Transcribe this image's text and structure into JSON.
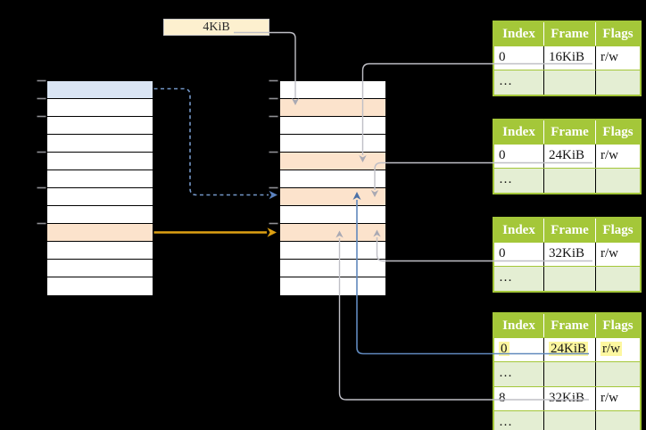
{
  "page_size_box": {
    "label": "4KiB"
  },
  "virtual_memory": {
    "rows": 12,
    "highlighted_rows": [
      {
        "index": 0,
        "color": "#dae5f4",
        "meaning": "page mapped via blue dashed arrow"
      },
      {
        "index": 8,
        "color": "#fce3cc",
        "meaning": "page mapped via orange arrow"
      }
    ]
  },
  "physical_memory": {
    "rows": 12,
    "highlighted_rows": [
      {
        "index": 1,
        "color": "#fce3cc"
      },
      {
        "index": 4,
        "color": "#fce3cc"
      },
      {
        "index": 6,
        "color": "#fce3cc"
      },
      {
        "index": 8,
        "color": "#fce3cc"
      }
    ]
  },
  "page_tables": [
    {
      "headers": [
        "Index",
        "Frame",
        "Flags"
      ],
      "rows": [
        {
          "cells": [
            "0",
            "16KiB",
            "r/w"
          ]
        },
        {
          "cells": [
            "…",
            "",
            ""
          ]
        }
      ]
    },
    {
      "headers": [
        "Index",
        "Frame",
        "Flags"
      ],
      "rows": [
        {
          "cells": [
            "0",
            "24KiB",
            "r/w"
          ]
        },
        {
          "cells": [
            "…",
            "",
            ""
          ]
        }
      ]
    },
    {
      "headers": [
        "Index",
        "Frame",
        "Flags"
      ],
      "rows": [
        {
          "cells": [
            "0",
            "32KiB",
            "r/w"
          ]
        },
        {
          "cells": [
            "…",
            "",
            ""
          ]
        }
      ]
    },
    {
      "headers": [
        "Index",
        "Frame",
        "Flags"
      ],
      "rows": [
        {
          "cells": [
            "0",
            "24KiB",
            "r/w"
          ],
          "highlighted": true
        },
        {
          "cells": [
            "…",
            "",
            ""
          ]
        },
        {
          "cells": [
            "8",
            "32KiB",
            "r/w"
          ]
        },
        {
          "cells": [
            "…",
            "",
            ""
          ]
        }
      ]
    }
  ],
  "connections": [
    {
      "from": "page-size-label 4KiB",
      "to": "physical-memory row 1",
      "style": "gray"
    },
    {
      "from": "page-table-1 frame 16KiB",
      "to": "physical-memory row 4",
      "style": "gray"
    },
    {
      "from": "page-table-2 frame 24KiB",
      "to": "physical-memory row 6",
      "style": "gray"
    },
    {
      "from": "page-table-3 frame 32KiB",
      "to": "physical-memory row 8",
      "style": "gray"
    },
    {
      "from": "page-table-4 entry 0 frame 24KiB",
      "to": "physical-memory row 6",
      "style": "blue-solid"
    },
    {
      "from": "page-table-4 entry 8 frame 32KiB",
      "to": "physical-memory row 8",
      "style": "gray"
    },
    {
      "from": "virtual-memory row 0",
      "to": "physical-memory row 6",
      "style": "blue-dashed"
    },
    {
      "from": "virtual-memory row 8",
      "to": "physical-memory row 8",
      "style": "orange-solid"
    }
  ],
  "colors": {
    "background": "#000000",
    "header_green": "#a4c739",
    "light_green_row": "#e4eed3",
    "yellow_highlight": "#fdf7a0",
    "cream_box": "#fdf0cf",
    "blue_row": "#dae5f4",
    "orange_row": "#fce3cc",
    "gray_connector": "#bfbfc6",
    "blue_connector": "#6089bd",
    "orange_connector": "#dda012"
  }
}
